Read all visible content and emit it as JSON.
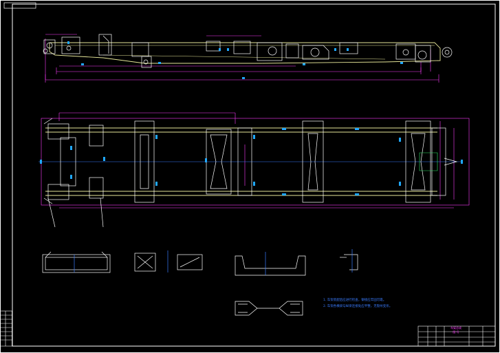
{
  "drawing": {
    "title": "",
    "note_lines": [
      "1. 车架装配后应进行检查，铆接应牢固可靠。",
      "2. 车架各横梁与纵梁连接处应平整，无裂纹变形。"
    ],
    "title_block_text": [
      "车架总成",
      "图 号"
    ],
    "corner_tag": ""
  },
  "colors": {
    "background": "#000000",
    "frame": "#ffffff",
    "rail": "#e8e89a",
    "dimension": "#ff3cff",
    "centerline": "#3a7cff",
    "marker": "#20a8ff",
    "part": "#ffffff"
  }
}
